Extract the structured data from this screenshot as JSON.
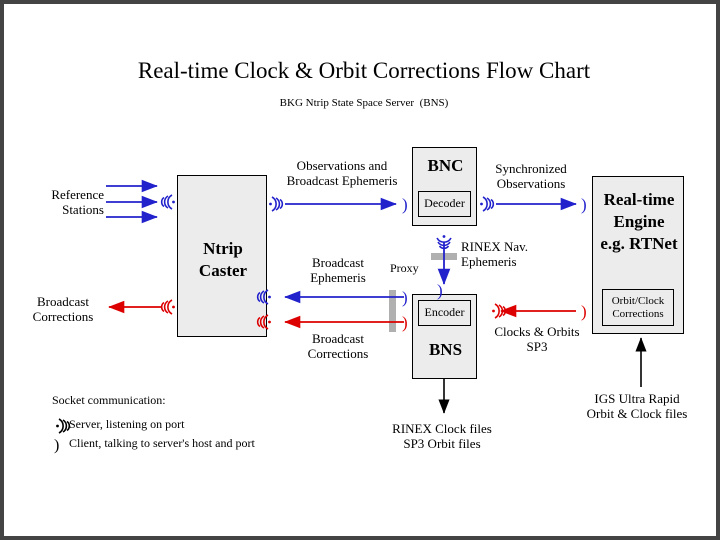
{
  "page": {
    "title": "Real-time Clock & Orbit Corrections Flow Chart",
    "subtitle": "BKG Ntrip State Space Server  (BNS)",
    "border_color": "#444444",
    "background": "#ffffff"
  },
  "colors": {
    "blue": "#2222cc",
    "red": "#dd0000",
    "box_fill": "#ececec",
    "box_border": "#000000",
    "proxy_gray": "#b0b0b0"
  },
  "boxes": {
    "caster": {
      "line1": "Ntrip",
      "line2": "Caster"
    },
    "bnc": {
      "title": "BNC",
      "inner": "Decoder"
    },
    "bns": {
      "title": "BNS",
      "inner": "Encoder"
    },
    "rte": {
      "line1": "Real-time",
      "line2": "Engine",
      "line3": "e.g. RTNet",
      "inner_line1": "Orbit/Clock",
      "inner_line2": "Corrections"
    }
  },
  "labels": {
    "reference_stations": "Reference\nStations",
    "broadcast_corrections_left": "Broadcast\nCorrections",
    "observations_and_broadcast_ephemeris": "Observations and\nBroadcast Ephemeris",
    "synchronized_observations": "Synchronized\nObservations",
    "rinex_nav_ephemeris": "RINEX Nav.\nEphemeris",
    "proxy": "Proxy",
    "broadcast_ephemeris": "Broadcast\nEphemeris",
    "broadcast_corrections_mid": "Broadcast\nCorrections",
    "clocks_and_orbits_sp3": "Clocks & Orbits\nSP3",
    "rinex_clock_sp3_files": "RINEX Clock files\nSP3 Orbit files",
    "igs_ultra_rapid": "IGS Ultra Rapid\nOrbit & Clock files"
  },
  "legend": {
    "heading": "Socket communication:",
    "server_icon": "server-socket-icon",
    "server_text": "Server, listening on port",
    "client_icon": "client-socket-icon",
    "client_text": "Client, talking to server's host and port"
  }
}
